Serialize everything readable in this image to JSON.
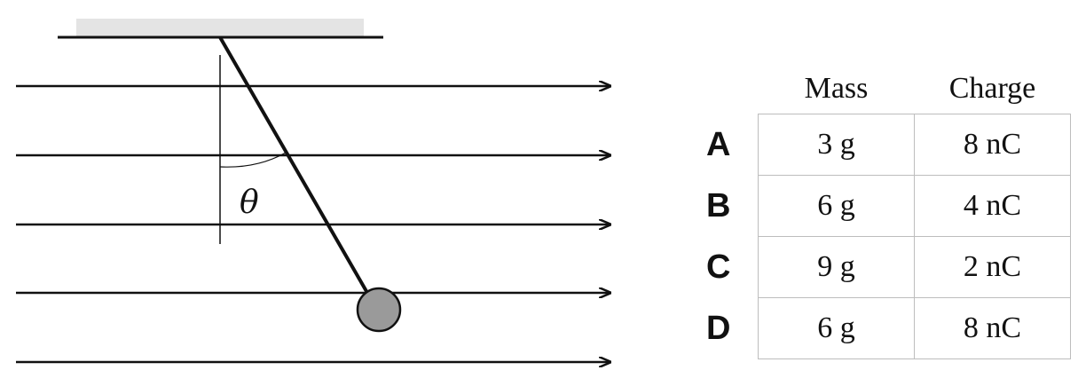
{
  "diagram": {
    "angle_symbol": "θ",
    "colors": {
      "line": "#111111",
      "bob_fill": "#9a9a9a",
      "ceiling_fill": "#e4e4e4",
      "table_border": "#bdbdbd"
    }
  },
  "table": {
    "headers": [
      "Mass",
      "Charge"
    ],
    "rows": [
      {
        "label": "A",
        "mass": "3 g",
        "charge": "8 nC"
      },
      {
        "label": "B",
        "mass": "6 g",
        "charge": "4 nC"
      },
      {
        "label": "C",
        "mass": "9 g",
        "charge": "2 nC"
      },
      {
        "label": "D",
        "mass": "6 g",
        "charge": "8 nC"
      }
    ]
  }
}
